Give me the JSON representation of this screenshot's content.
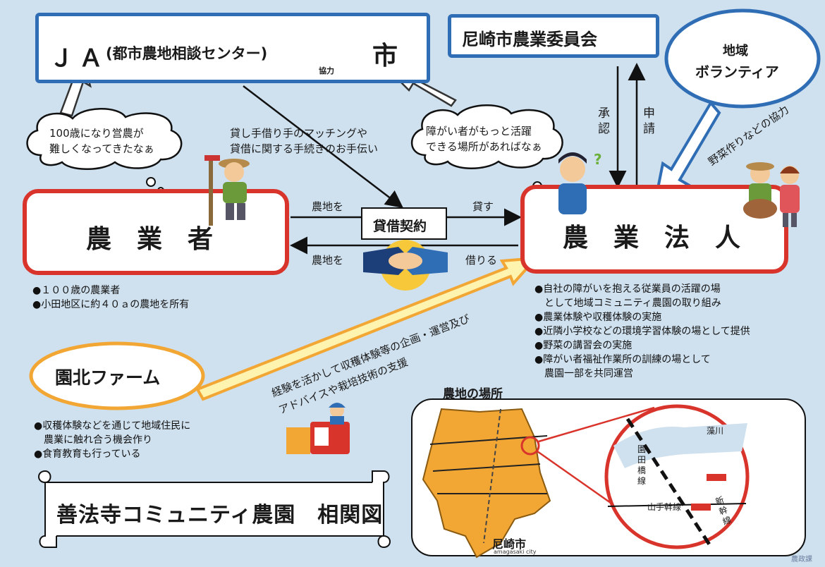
{
  "ja_box": {
    "ja": "ＪＡ",
    "name": "(都市農地相談センター)",
    "city": "市",
    "cooperation": "協力"
  },
  "committee": "尼崎市農業委員会",
  "volunteer": {
    "line1": "地域",
    "line2": "ボランティア"
  },
  "farmer_thought": {
    "line1": "100歳になり営農が",
    "line2": "難しくなってきたなぁ"
  },
  "corp_thought": {
    "line1": "障がい者がもっと活躍",
    "line2": "できる場所があればなぁ"
  },
  "matching": {
    "line1": "貸し手借り手のマッチングや",
    "line2": "貸借に関する手続きのお手伝い"
  },
  "approval": "承認",
  "application": "申請",
  "vegetable_help": "野菜作りなどの協力",
  "question_mark": "?",
  "farmer": "農　業　者",
  "corporation": "農　業　法　人",
  "contract": "貸借契約",
  "arrows": {
    "lend_land": "農地を",
    "lend": "貸す",
    "borrow_land": "農地を",
    "borrow": "借りる"
  },
  "farmer_notes": [
    "●１００歳の農業者",
    "●小田地区に約４０ａの農地を所有"
  ],
  "corp_notes": [
    "●自社の障がいを抱える従業員の活躍の場",
    "　として地域コミュニティ農園の取り組み",
    "●農業体験や収穫体験の実施",
    "●近隣小学校などの環境学習体験の場として提供",
    "●野菜の講習会の実施",
    "●障がい者福祉作業所の訓練の場として",
    "　農園一部を共同運営"
  ],
  "farm": "園北ファーム",
  "support": {
    "line1": "経験を活かして収穫体験等の企画・運営及び",
    "line2": "アドバイスや栽培技術の支援"
  },
  "farm_notes": [
    "●収穫体験などを通じて地域住民に",
    "　農業に触れ合う機会作り",
    "●食育教育も行っている"
  ],
  "map": {
    "title": "農地の場所",
    "city": "尼崎市",
    "city_romaji": "amagasaki city",
    "river": "藻川",
    "line_sonoda": "園田橋線",
    "line_yamate": "山手幹線",
    "line_shinkansen": "新幹線"
  },
  "banner": "善法寺コミュニティ農園　相関図",
  "credit": "農政課",
  "colors": {
    "blue": "#2f6db5",
    "red": "#d9342b",
    "bg": "#cfe0ee",
    "orange": "#f2a735",
    "cream": "#fff3b0"
  }
}
